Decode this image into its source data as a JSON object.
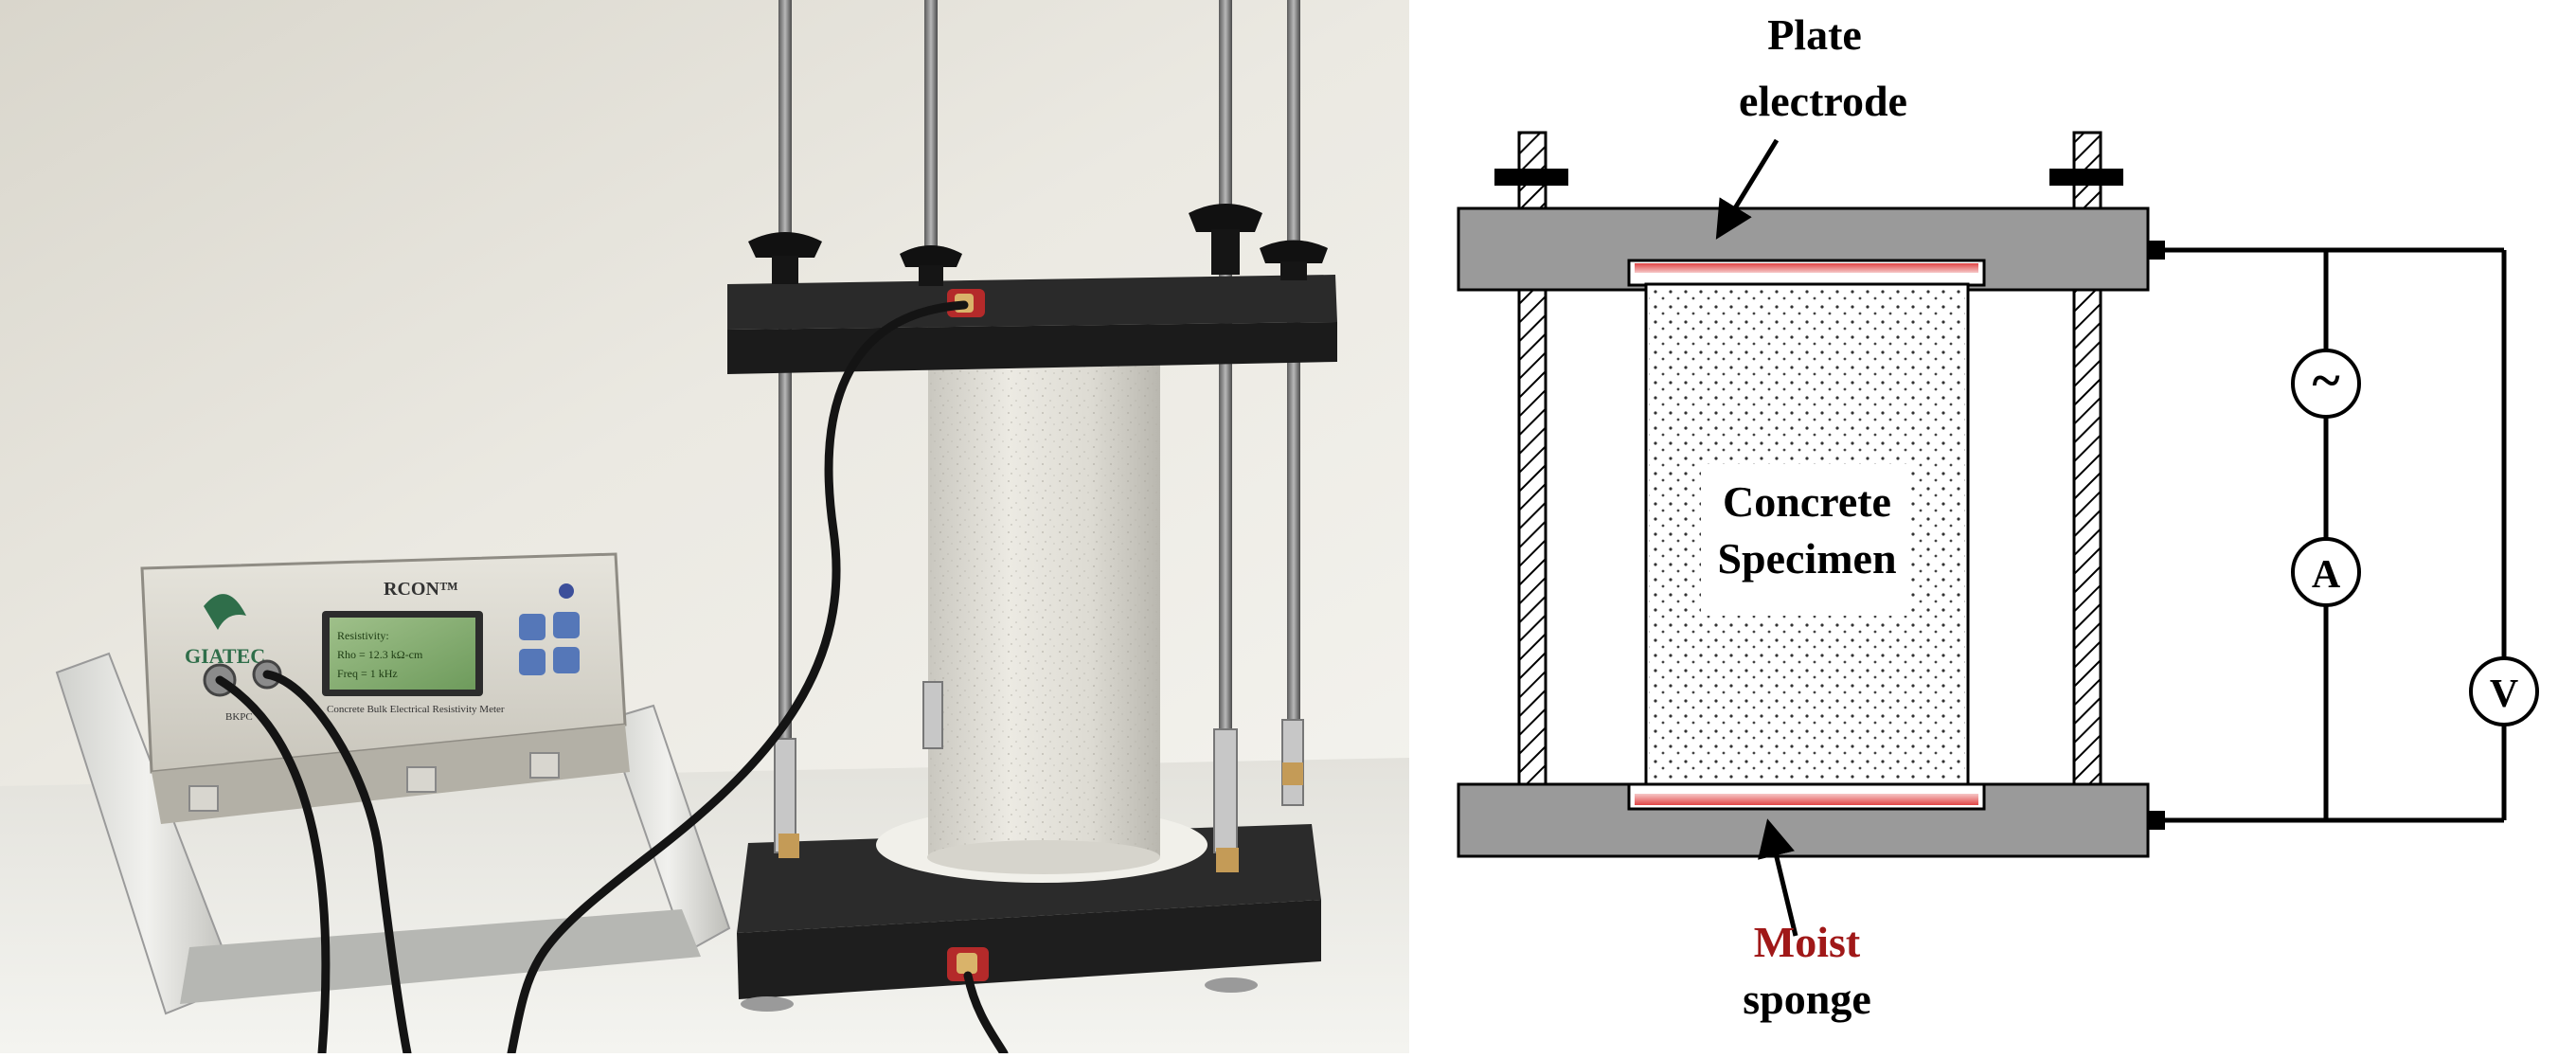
{
  "photo": {
    "device_brand": "GIATEC",
    "device_model": "RCON™",
    "device_subtitle": "Concrete Bulk Electrical Resistivity Meter",
    "device_badge": "BKPC",
    "screen_lines": [
      "Resistivity:",
      "Rho = 12.3 kΩ-cm",
      "Freq = 1 kHz"
    ]
  },
  "schematic": {
    "top_label_line1": "Plate",
    "top_label_line2": "electrode",
    "specimen_label_line1": "Concrete",
    "specimen_label_line2": "Specimen",
    "bottom_label_line1": "Moist",
    "bottom_label_line2": "sponge",
    "source_symbol": "~",
    "ammeter_symbol": "A",
    "voltmeter_symbol": "V"
  }
}
